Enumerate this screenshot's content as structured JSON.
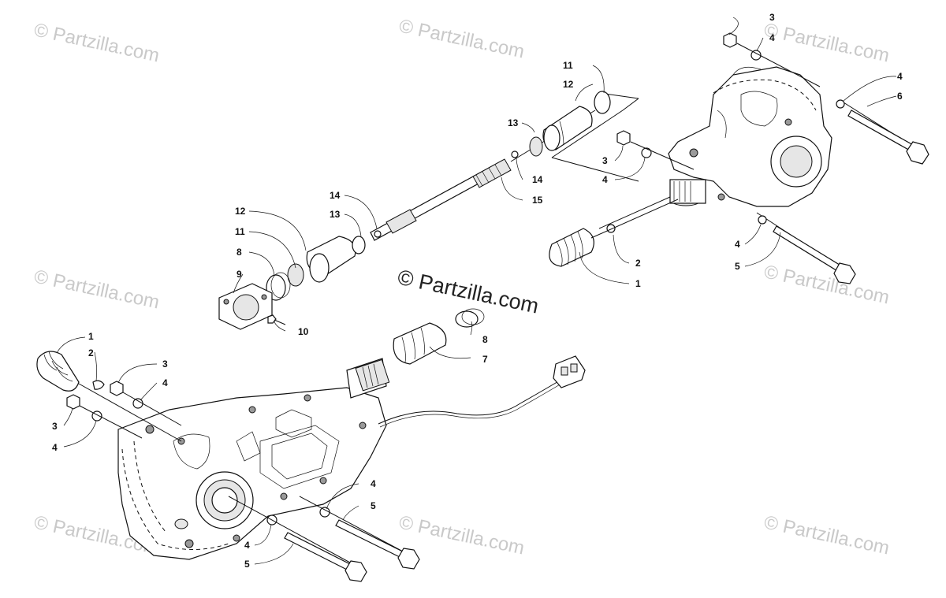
{
  "watermarks": {
    "corner_text": "© Partzilla.com",
    "center_text": "© Partzilla.com"
  },
  "callouts": {
    "c1a": "1",
    "c1b": "1",
    "c2a": "2",
    "c2b": "2",
    "c3a": "3",
    "c3b": "3",
    "c3c": "3",
    "c3d": "3",
    "c4a": "4",
    "c4b": "4",
    "c4c": "4",
    "c4d": "4",
    "c4e": "4",
    "c4f": "4",
    "c4g": "4",
    "c4h": "4",
    "c5a": "5",
    "c5b": "5",
    "c5c": "5",
    "c6a": "6",
    "c7a": "7",
    "c8a": "8",
    "c8b": "8",
    "c9a": "9",
    "c10a": "10",
    "c11a": "11",
    "c11b": "11",
    "c12a": "12",
    "c12b": "12",
    "c13a": "13",
    "c13b": "13",
    "c14a": "14",
    "c14b": "14",
    "c15a": "15"
  },
  "colors": {
    "ink": "#111111",
    "watermark": "#c9c9c9",
    "background": "#ffffff"
  }
}
